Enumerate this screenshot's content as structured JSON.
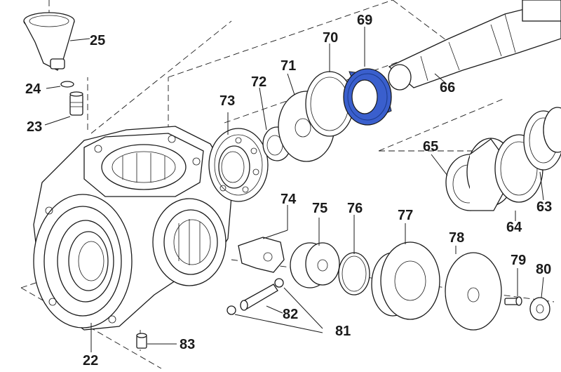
{
  "diagram": {
    "highlight_color": "#3a5fcd",
    "highlighted_part": "69",
    "labels": {
      "p22": "22",
      "p23": "23",
      "p24": "24",
      "p25": "25",
      "p63": "63",
      "p64": "64",
      "p65": "65",
      "p66": "66",
      "p69": "69",
      "p70": "70",
      "p71": "71",
      "p72": "72",
      "p73": "73",
      "p74": "74",
      "p75": "75",
      "p76": "76",
      "p77": "77",
      "p78": "78",
      "p79": "79",
      "p80": "80",
      "p81": "81",
      "p82": "82",
      "p83": "83"
    }
  }
}
